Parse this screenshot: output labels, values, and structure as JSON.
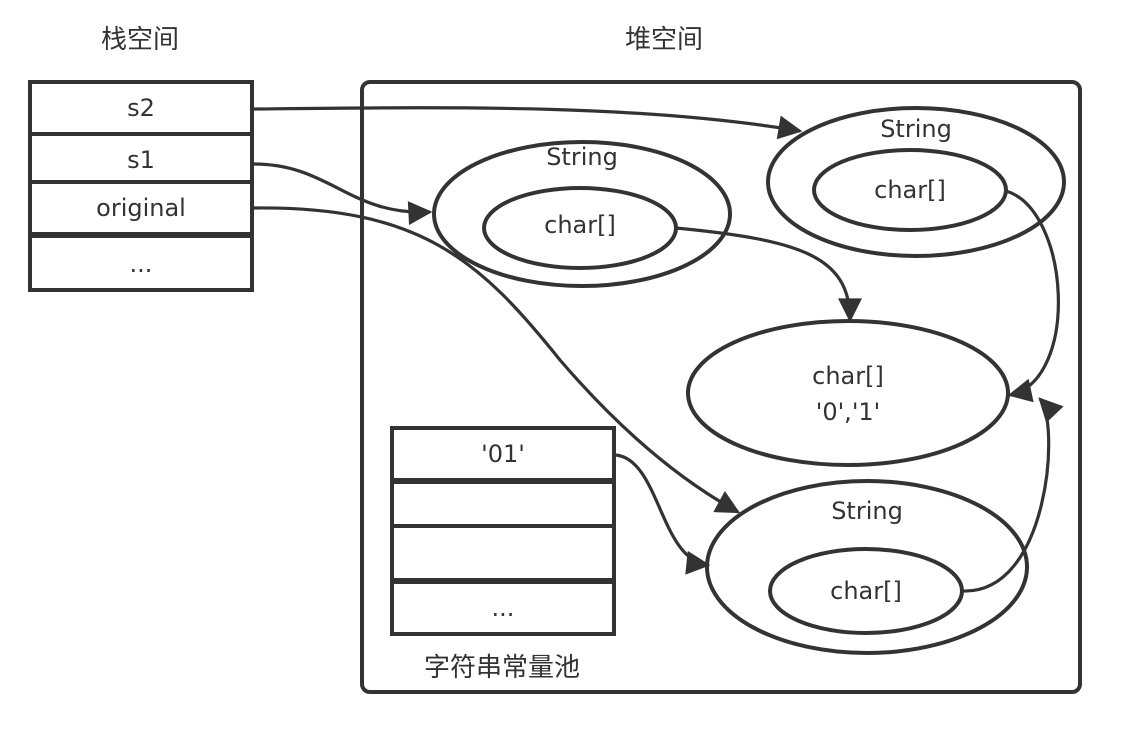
{
  "titles": {
    "stack": "栈空间",
    "heap": "堆空间",
    "pool": "字符串常量池"
  },
  "stack": {
    "cells": [
      "s2",
      "s1",
      "original",
      "..."
    ]
  },
  "heap": {
    "string_s1": {
      "outer": "String",
      "inner": "char[]"
    },
    "string_s2": {
      "outer": "String",
      "inner": "char[]"
    },
    "char_array": {
      "line1": "char[]",
      "line2": "'0','1'"
    },
    "string_original": {
      "outer": "String",
      "inner": "char[]"
    }
  },
  "pool": {
    "cells": [
      "'01'",
      "",
      "",
      "..."
    ]
  },
  "colors": {
    "line": "#333333",
    "background": "#ffffff"
  },
  "edges": [
    {
      "from": "stack.s2",
      "to": "heap.string_s2"
    },
    {
      "from": "stack.s1",
      "to": "heap.string_s1"
    },
    {
      "from": "stack.original",
      "to": "heap.string_original"
    },
    {
      "from": "pool.01",
      "to": "heap.string_original"
    },
    {
      "from": "heap.string_s1.char[]",
      "to": "heap.char_array"
    },
    {
      "from": "heap.string_s2.char[]",
      "to": "heap.char_array"
    },
    {
      "from": "heap.string_original.char[]",
      "to": "heap.char_array"
    }
  ]
}
